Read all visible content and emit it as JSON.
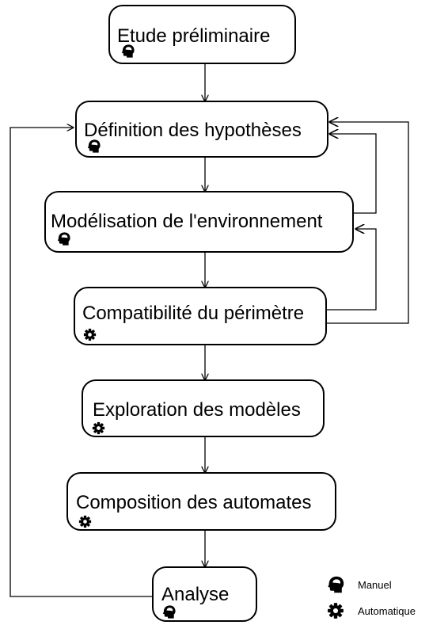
{
  "steps": [
    {
      "label": "Etude préliminaire",
      "mode": "manual"
    },
    {
      "label": "Définition des hypothèses",
      "mode": "manual"
    },
    {
      "label": "Modélisation de l'environnement",
      "mode": "manual"
    },
    {
      "label": "Compatibilité du périmètre",
      "mode": "automatic"
    },
    {
      "label": "Exploration des modèles",
      "mode": "automatic"
    },
    {
      "label": "Composition des automates",
      "mode": "automatic"
    },
    {
      "label": "Analyse",
      "mode": "manual"
    }
  ],
  "legend": {
    "manual": {
      "label": "Manuel",
      "icon": "head-icon"
    },
    "automatic": {
      "label": "Automatique",
      "icon": "gear-icon"
    }
  },
  "colors": {
    "stroke": "#000000",
    "fill": "#ffffff"
  }
}
